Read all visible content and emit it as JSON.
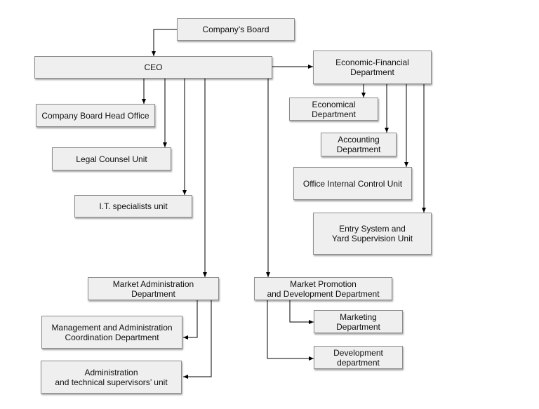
{
  "org_chart": {
    "units": {
      "board": "Company’s Board",
      "ceo": "CEO",
      "head_office": "Company Board Head Office",
      "legal": "Legal Counsel Unit",
      "it": "I.T. specialists unit",
      "econ_fin": "Economic-Financial\nDepartment",
      "economical": "Economical\nDepartment",
      "accounting": "Accounting\nDepartment",
      "internal_control": "Office Internal Control Unit",
      "entry_system": "Entry System and\nYard Supervision Unit",
      "market_admin": "Market Administration\nDepartment",
      "mgmt_coord": "Management and Administration\nCoordination Department",
      "admin_tech": "Administration\nand technical supervisors’ unit",
      "market_promo": "Market Promotion\nand Development Department",
      "marketing": "Marketing Department",
      "development": "Development\ndepartment"
    }
  }
}
